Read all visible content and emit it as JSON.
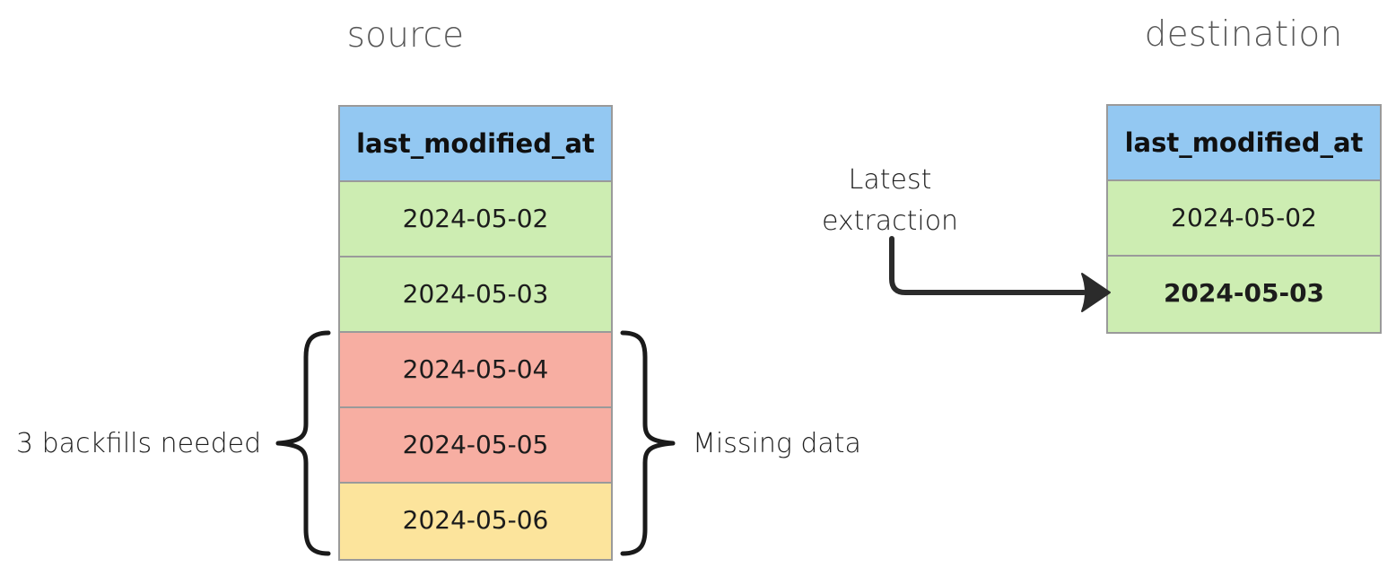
{
  "diagram": {
    "titles": {
      "source": "source",
      "destination": "destination"
    },
    "source_table": {
      "header": "last_modified_at",
      "rows": [
        {
          "value": "2024-05-02",
          "state": "synced",
          "color": "#cdedb2",
          "bold": false
        },
        {
          "value": "2024-05-03",
          "state": "synced",
          "color": "#cdedb2",
          "bold": false
        },
        {
          "value": "2024-05-04",
          "state": "missing",
          "color": "#f7aea2",
          "bold": false
        },
        {
          "value": "2024-05-05",
          "state": "missing",
          "color": "#f7aea2",
          "bold": false
        },
        {
          "value": "2024-05-06",
          "state": "pending",
          "color": "#fce49c",
          "bold": false
        }
      ]
    },
    "destination_table": {
      "header": "last_modified_at",
      "rows": [
        {
          "value": "2024-05-02",
          "state": "synced",
          "color": "#cdedb2",
          "bold": false
        },
        {
          "value": "2024-05-03",
          "state": "synced",
          "color": "#cdedb2",
          "bold": true
        }
      ]
    },
    "annotations": {
      "backfills": "3 backfills needed",
      "missing": "Missing data",
      "latest_extraction_line1": "Latest",
      "latest_extraction_line2": "extraction"
    },
    "colors": {
      "header_blue": "#93c8f2",
      "synced_green": "#cdedb2",
      "missing_red": "#f7aea2",
      "pending_yellow": "#fce49c",
      "border_gray": "#9a9a9a",
      "title_gray": "#595959",
      "stroke_dark": "#262626"
    }
  }
}
